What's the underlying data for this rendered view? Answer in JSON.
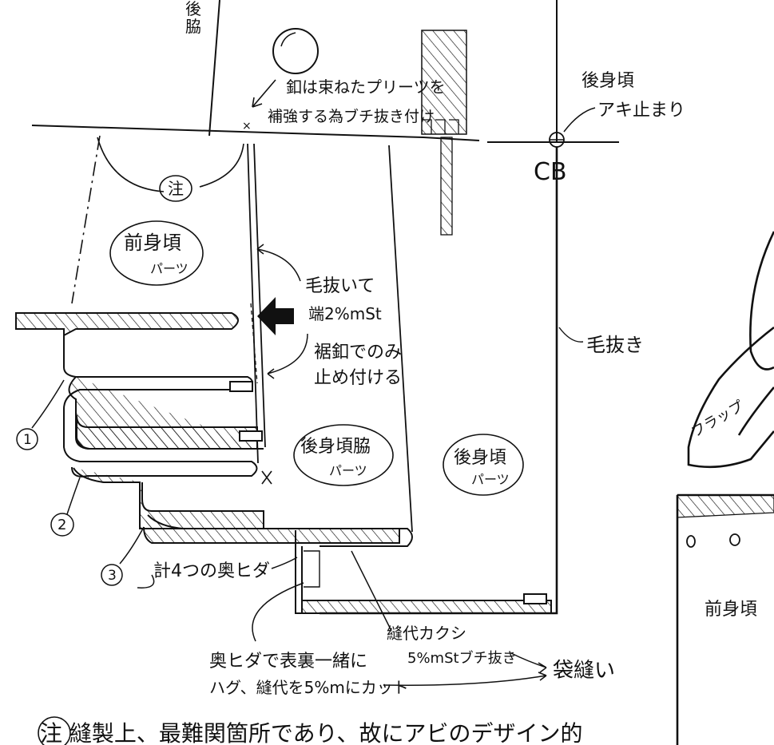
{
  "labels": {
    "back_side_top": "後\n脇",
    "button_note_line1": "釦は束ねたプリーツを",
    "button_note_line2": "補強する為ブチ抜き付け",
    "back_hem_line1": "後身頃",
    "back_hem_line2": "アキ止まり",
    "cb": "CB",
    "note_mark": "注",
    "front_panel_line1": "前身頃",
    "front_panel_line2": "パーツ",
    "keynuki_line1": "毛抜いて",
    "keynuki_line2": "端2%mSt",
    "hem_button_line1": "裾釦でのみ",
    "hem_button_line2": "止め付ける",
    "keynuki_right": "毛抜き",
    "back_side_panel_line1": "後身頃脇",
    "back_side_panel_line2": "パーツ",
    "back_panel_line1": "後身頃",
    "back_panel_line2": "パーツ",
    "pleat_1": "1",
    "pleat_2": "2",
    "pleat_3": "3",
    "pleat_total": "計4つの奥ヒダ",
    "seam_note_line1": "縫代カクシ",
    "seam_note_line2": "5%mStブチ抜き",
    "bag_seam": "袋縫い",
    "inner_pleat_line1": "奥ヒダで表裏一緒に",
    "inner_pleat_line2": "ハグ、縫代を5%mにカット",
    "flap": "フラップ",
    "front_right": "前身頃",
    "footnote": "注 縫製上、最難関箇所であり、故にアビのデザイン的"
  },
  "colors": {
    "ink": "#111111",
    "paper": "#ffffff"
  }
}
